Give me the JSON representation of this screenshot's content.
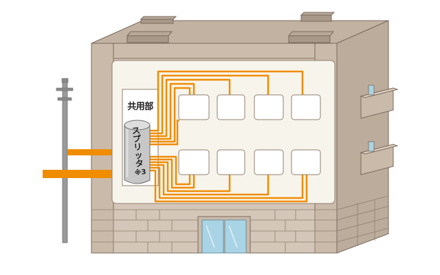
{
  "labels": {
    "common_area": "共用部",
    "splitter_chars": [
      "ス",
      "プ",
      "リ",
      "ッ",
      "タ"
    ],
    "splitter_note": "※3"
  },
  "colors": {
    "building_wall": "#d4c6b8",
    "building_side": "#bcac9c",
    "building_roof": "#b5a595",
    "outline": "#7a6a5c",
    "floor_panel": "#f7f4ec",
    "unit_box": "#ffffff",
    "cable": "#f08c00",
    "pole": "#9a9a9a",
    "window_glass": "#a9d4e6",
    "splitter_body": "#c7c7c7"
  },
  "icons": {
    "splitter": "cylinder-splitter-icon",
    "pole": "utility-pole-icon",
    "door": "glass-door-icon"
  }
}
